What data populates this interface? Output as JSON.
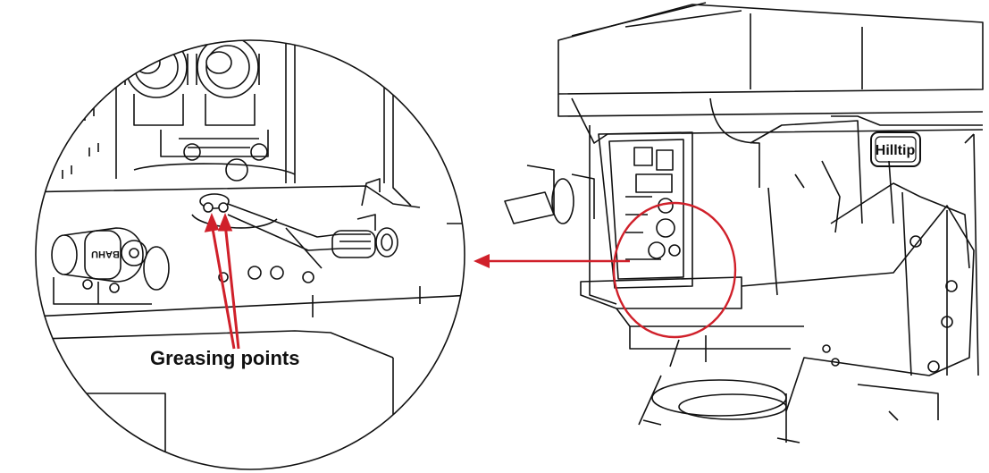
{
  "callout": {
    "label": "Greasing points"
  },
  "brand": {
    "machine_logo": "Hilltip",
    "pump_logo": "BAHU"
  },
  "colors": {
    "line": "#111111",
    "accent": "#d0202a",
    "background": "#ffffff"
  }
}
